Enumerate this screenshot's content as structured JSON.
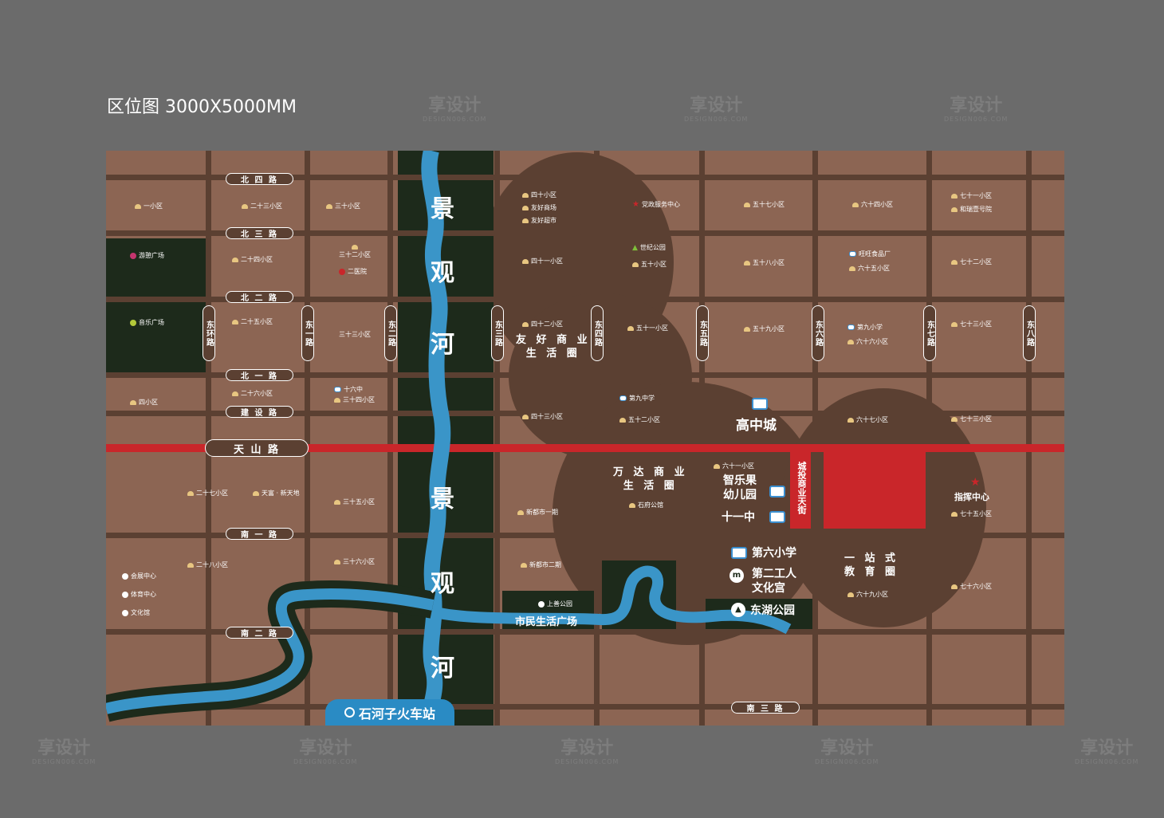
{
  "title": "区位图 3000X5000MM",
  "watermark": {
    "text": "享设计",
    "sub": "DESIGN006.COM"
  },
  "river_label": [
    "景",
    "观",
    "河",
    "景",
    "观",
    "河"
  ],
  "roads": {
    "h": [
      "北 四 路",
      "北 三 路",
      "北 二 路",
      "北 一 路",
      "建 设 路",
      "天 山 路",
      "南 一 路",
      "南 二 路",
      "南 三 路"
    ],
    "v": [
      "东环路",
      "东一路",
      "东二路",
      "东三路",
      "东四路",
      "东五路",
      "东六路",
      "东七路",
      "东八路"
    ]
  },
  "labels": {
    "yixiaoqu": "一小区",
    "ershiqi_bei": "二十三小区",
    "sanshi": "三十小区",
    "youyou": "游憩广场",
    "ershisi": "二十四小区",
    "sanshier": "三十二小区",
    "eryiyuan": "二医院",
    "yinyue": "音乐广场",
    "ershiwu": "二十五小区",
    "sanshisan": "三十三小区",
    "sixiaoqu": "四小区",
    "ershiliu": "二十六小区",
    "shiliuzhong": "十六中",
    "sanshisi": "三十四小区",
    "ershiqi": "二十七小区",
    "tianfu": "天富 · 新天地",
    "sanshiwu": "三十五小区",
    "ershiba": "二十八小区",
    "sanshiliu": "三十六小区",
    "huizhan": "会展中心",
    "tiyu": "体育中心",
    "wenhua": "文化馆",
    "sishi": "四十小区",
    "youhaoshangchang": "友好商场",
    "youhaochaoshi": "友好超市",
    "sishiyi": "四十一小区",
    "sishier": "四十二小区",
    "sishisan": "四十三小区",
    "xinduyi": "新都市一期",
    "xinduer": "新都市二期",
    "shangjin": "上善公园",
    "shimin": "市民生活广场",
    "dangzheng": "党政服务中心",
    "shiji": "世纪公园",
    "wushi": "五十小区",
    "wushiyi": "五十一小区",
    "jiuzhong": "第九中学",
    "wushier": "五十二小区",
    "shifu": "石府公馆",
    "wushiqi": "五十七小区",
    "wushiba": "五十八小区",
    "wushijiu": "五十九小区",
    "liushiyi": "六十一小区",
    "liushisi": "六十四小区",
    "wangwang": "旺旺食品厂",
    "liushiwu": "六十五小区",
    "jiuxiao": "第九小学",
    "liushiliu": "六十六小区",
    "liushiqi": "六十七小区",
    "liushijiu": "六十九小区",
    "qishiyi": "七十一小区",
    "herui": "和瑞壹号院",
    "qishier": "七十二小区",
    "qishisan_a": "七十三小区",
    "qishisan_b": "七十三小区",
    "qishiwu": "七十五小区",
    "qishiliu": "七十六小区",
    "zhihui": "指挥中心"
  },
  "big": {
    "gaozhong": "高中城",
    "zhileguo1": "智乐果",
    "zhileguo2": "幼儿园",
    "shiyizhong": "十一中",
    "diliu": "第六小学",
    "digong1": "第二工人",
    "digong2": "文化宫",
    "donghu": "东湖公园",
    "chengtou": "城投商业天街"
  },
  "circles": {
    "youhao": [
      "友 好 商 业",
      "生 活 圈"
    ],
    "wanda": [
      "万 达 商 业",
      "生 活 圈"
    ],
    "jiaoyu": [
      "一 站 式",
      "教 育 圈"
    ]
  },
  "station": "石河子火车站",
  "colors": {
    "ground": "#8c6553",
    "road": "#5b4032",
    "park": "#1d2a1b",
    "river": "#3a95c8",
    "accent": "#c9262a"
  }
}
